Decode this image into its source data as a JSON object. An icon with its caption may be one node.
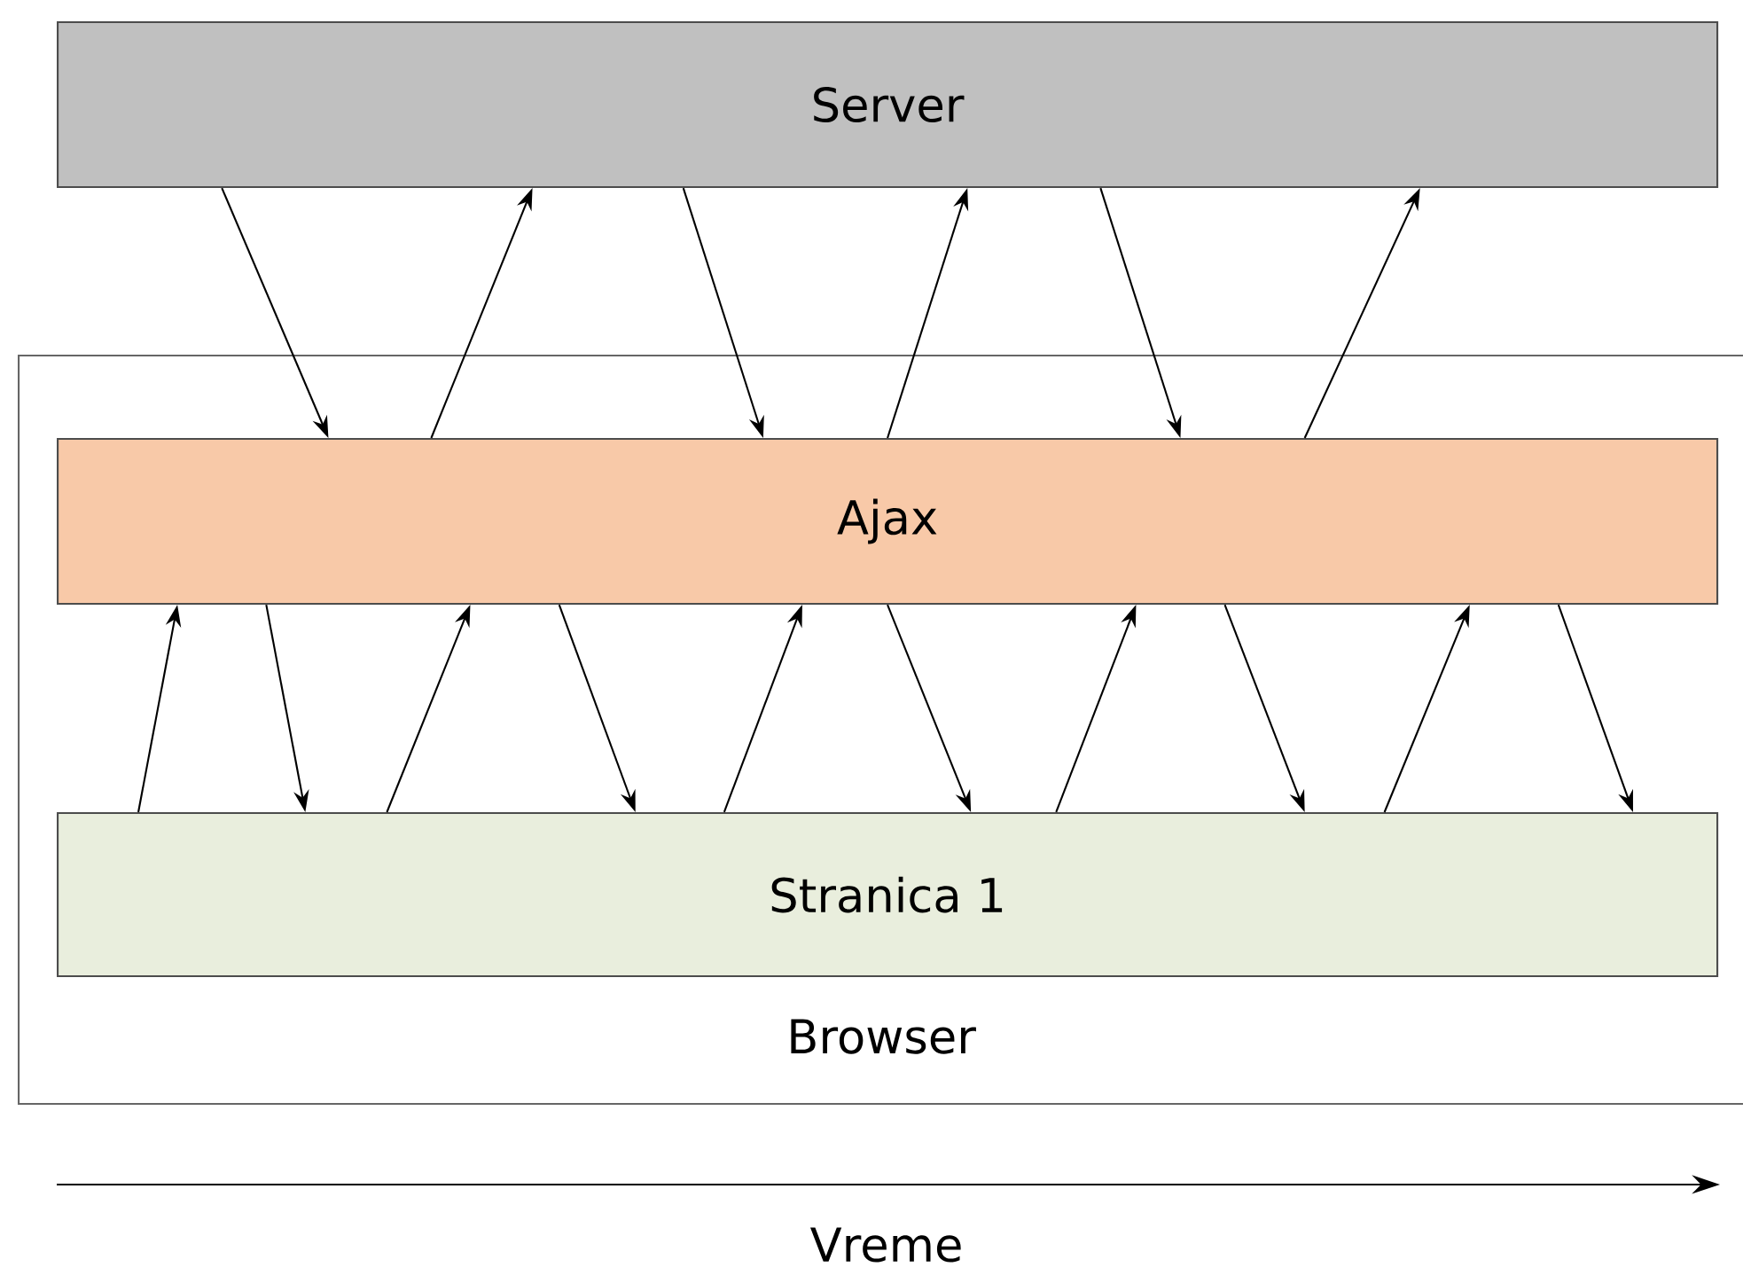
{
  "diagram": {
    "nodes": [
      {
        "text": [
          "Server"
        ]
      },
      {
        "text": [
          "Browser"
        ]
      },
      {
        "text": [
          "Ajax"
        ],
        "in": 1
      },
      {
        "text": [
          "Stranica 1"
        ],
        "in": 1
      }
    ],
    "edges": [
      {
        "from": 0,
        "to": 2,
        "arrow": "to"
      },
      {
        "from": 2,
        "to": 0,
        "arrow": "to"
      },
      {
        "from": 0,
        "to": 2,
        "arrow": "to"
      },
      {
        "from": 2,
        "to": 0,
        "arrow": "to"
      },
      {
        "from": 0,
        "to": 2,
        "arrow": "to"
      },
      {
        "from": 2,
        "to": 0,
        "arrow": "to"
      },
      {
        "from": 3,
        "to": 2,
        "arrow": "to"
      },
      {
        "from": 2,
        "to": 3,
        "arrow": "to"
      },
      {
        "from": 3,
        "to": 2,
        "arrow": "to"
      },
      {
        "from": 2,
        "to": 3,
        "arrow": "to"
      },
      {
        "from": 3,
        "to": 2,
        "arrow": "to"
      },
      {
        "from": 2,
        "to": 3,
        "arrow": "to"
      },
      {
        "from": 3,
        "to": 2,
        "arrow": "to"
      },
      {
        "from": 2,
        "to": 3,
        "arrow": "to"
      },
      {
        "from": 3,
        "to": 2,
        "arrow": "to"
      },
      {
        "from": 2,
        "to": 3,
        "arrow": "to"
      }
    ],
    "labels": [
      "Vreme"
    ]
  }
}
